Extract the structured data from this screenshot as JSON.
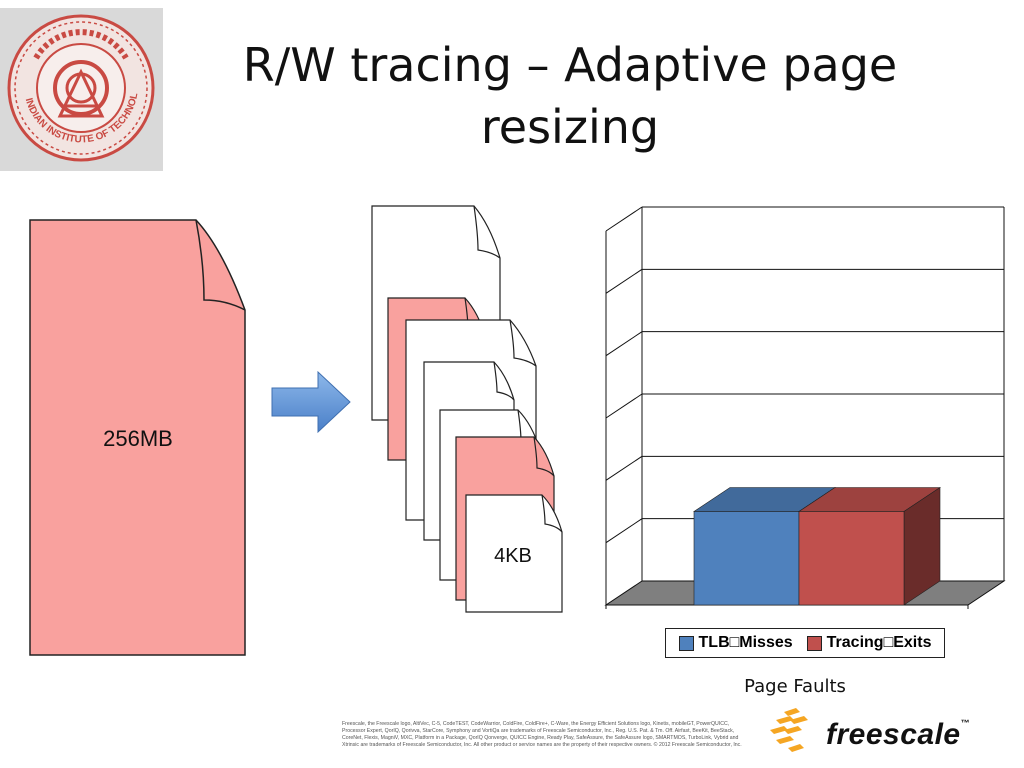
{
  "slide": {
    "title_line1": "R/W tracing – Adaptive page",
    "title_line2": "resizing"
  },
  "seal": {
    "text": "INDIAN INSTITUTE OF TECHNOLOGY DELHI"
  },
  "diagram": {
    "large_page_label": "256MB",
    "small_page_label": "4KB",
    "large_page_color": "#f9a19e",
    "arrow_color": "#5b93d6"
  },
  "chart_data": {
    "type": "bar",
    "categories": [
      ""
    ],
    "series": [
      {
        "name": "TLB\u0000Misses",
        "display": "TLB□Misses",
        "color": "#4f81bd",
        "values": [
          1.5
        ]
      },
      {
        "name": "Tracing\u0000Exits",
        "display": "Tracing□Exits",
        "color": "#c0504d",
        "values": [
          1.5
        ]
      }
    ],
    "ylim": [
      0,
      6
    ],
    "gridlines": 6,
    "grid": true,
    "legend": "bottom",
    "xlabel": "Page Faults",
    "ylabel": "",
    "three_d": true
  },
  "footer": {
    "legal": "Freescale, the Freescale logo, AltiVec, C-5, CodeTEST, CodeWarrior, ColdFire, ColdFire+, C-Ware, the Energy Efficient Solutions logo, Kinetis, mobileGT, PowerQUICC, Processor Expert, QorIQ, Qorivva, StarCore, Symphony and VortiQa are trademarks of Freescale Semiconductor, Inc., Reg. U.S. Pat. & Tm. Off. Airfast, BeeKit, BeeStack, CoreNet, Flexis, MagniV, MXC, Platform in a Package, QorIQ Qonverge, QUICC Engine, Ready Play, SafeAssure, the SafeAssure logo, SMARTMOS, TurboLink, Vybrid and Xtrinsic are trademarks of Freescale Semiconductor, Inc. All other product or service names are the property of their respective owners. © 2012 Freescale Semiconductor, Inc.",
    "brand": "freescale",
    "brand_mark": "™"
  }
}
